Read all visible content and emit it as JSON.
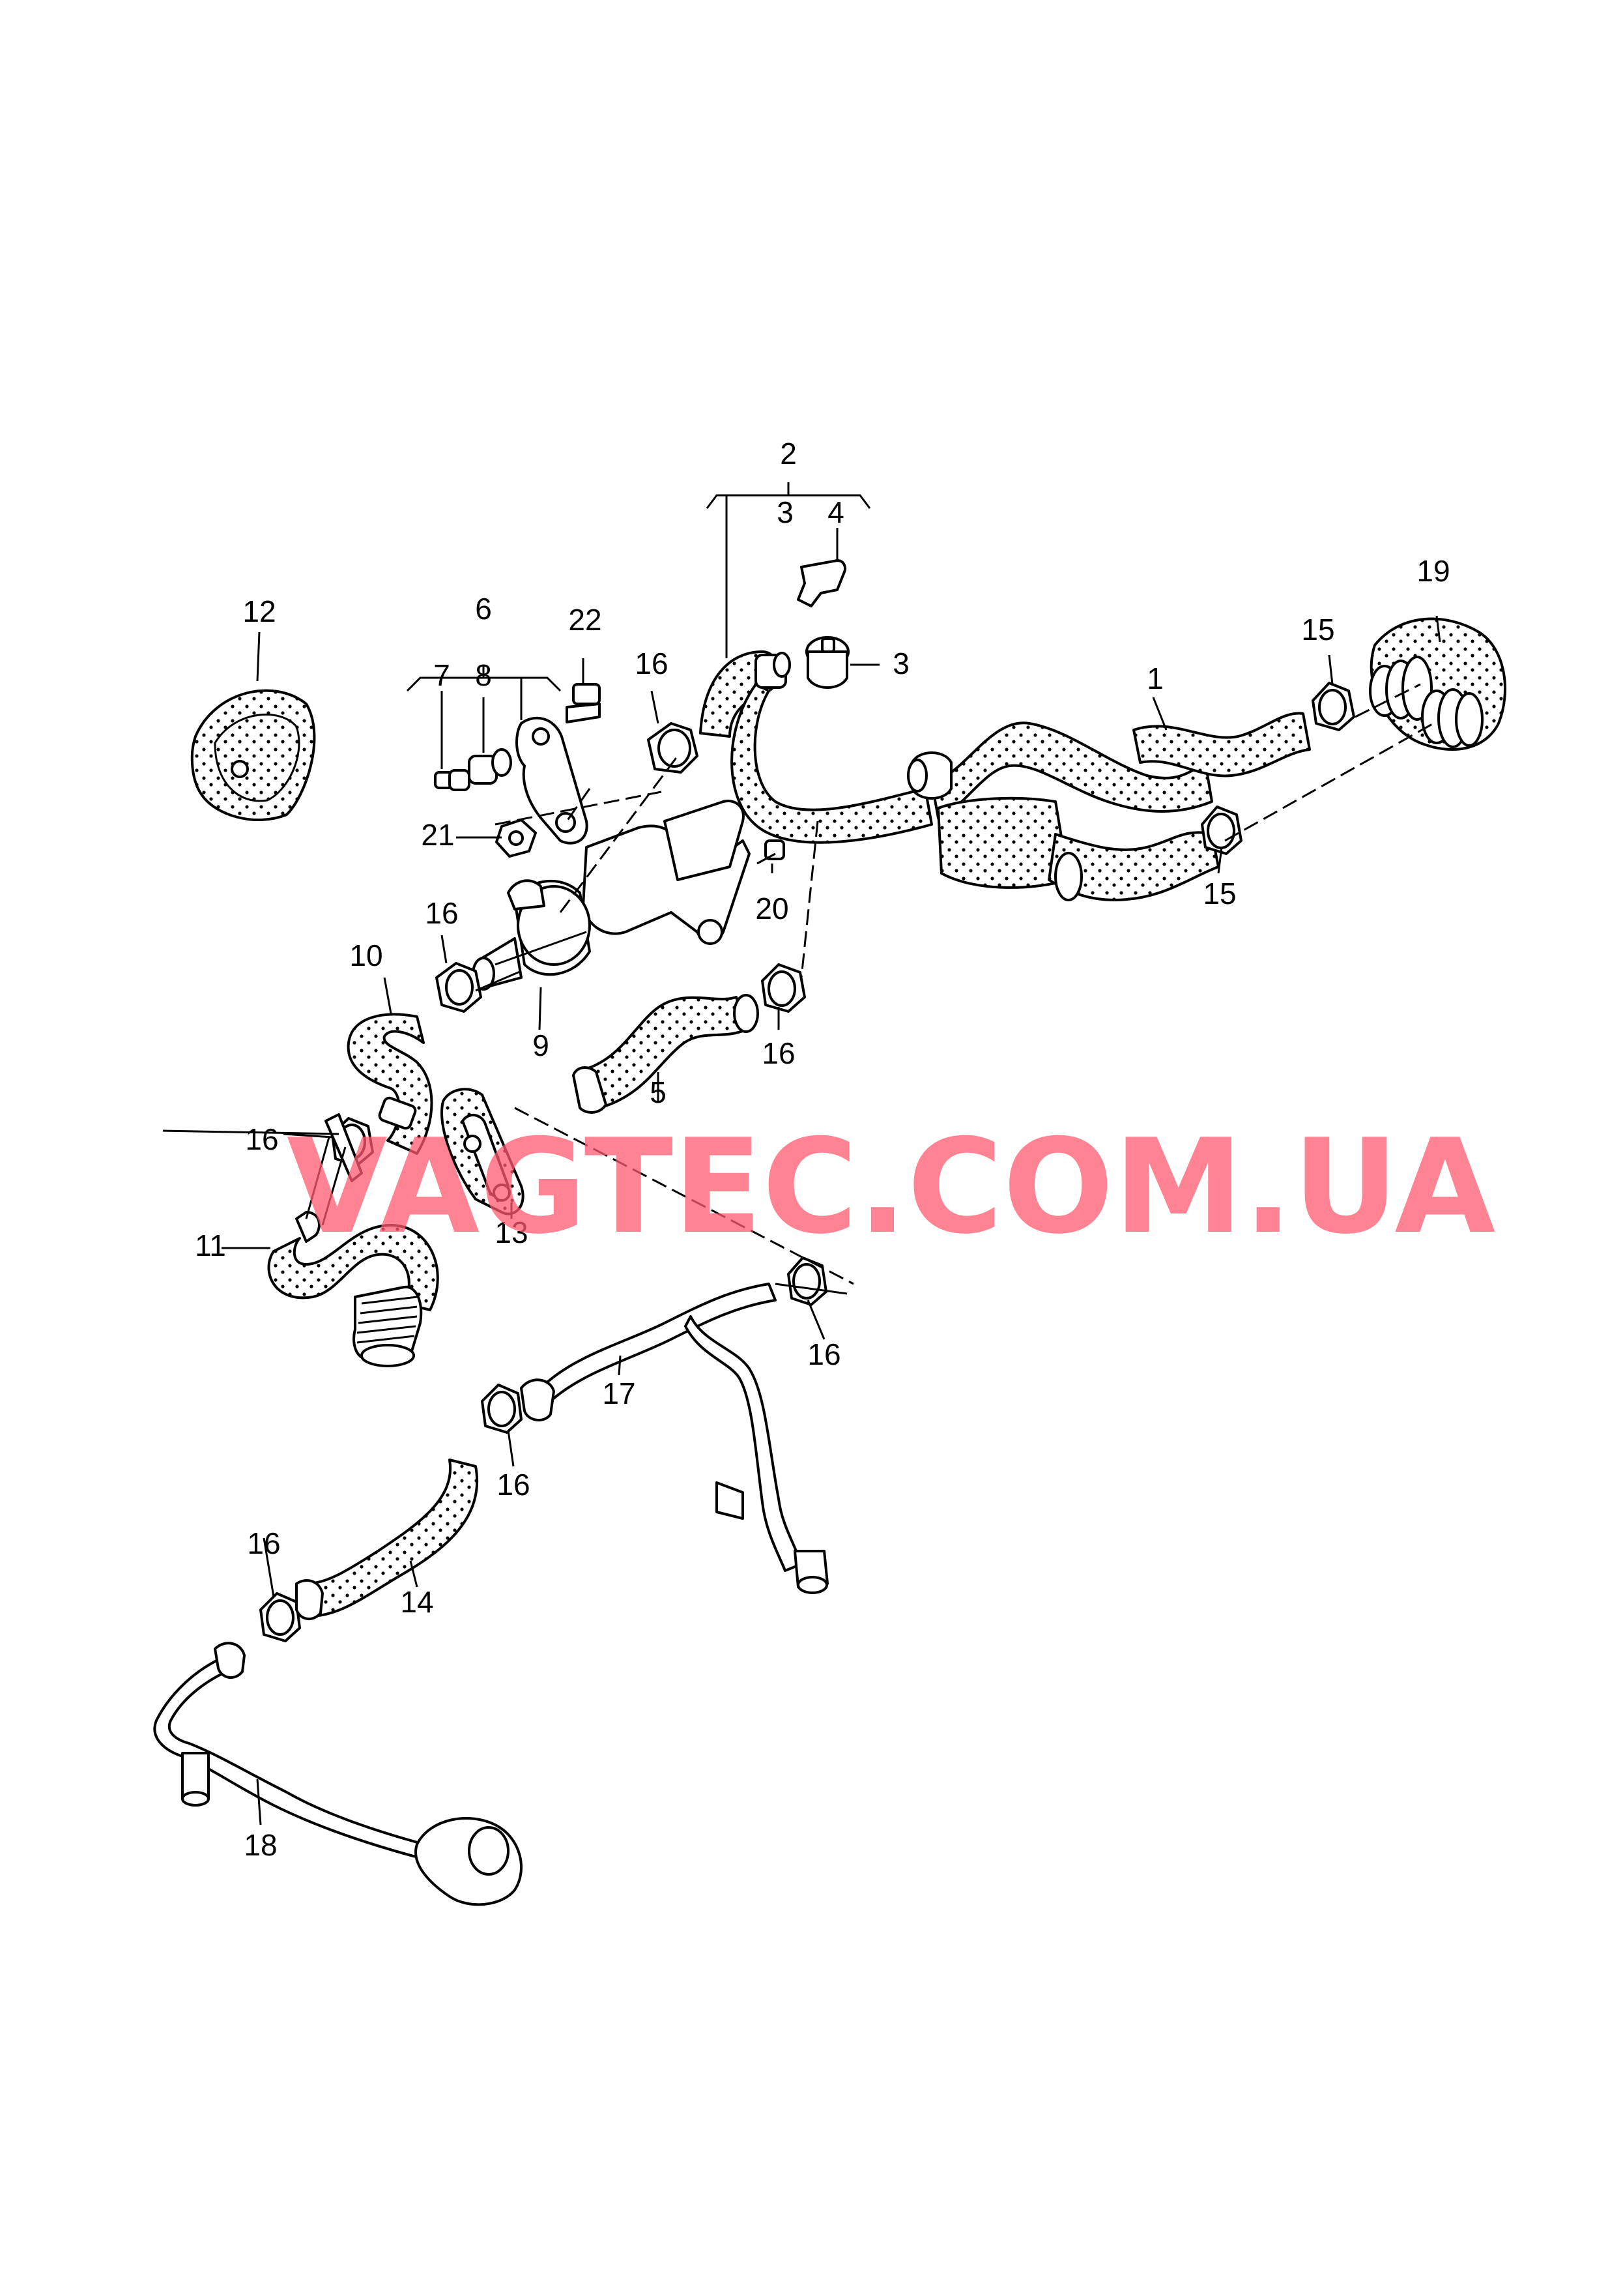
{
  "watermark": [
    "VAGTEC.COM.UA"
  ],
  "callouts": [
    "1",
    "2",
    "3",
    "4",
    "3",
    "5",
    "6",
    "7",
    "8",
    "9",
    "10",
    "11",
    "12",
    "13",
    "14",
    "15",
    "15",
    "16",
    "16",
    "16",
    "16",
    "16",
    "16",
    "16",
    "17",
    "18",
    "19",
    "20",
    "21",
    "22"
  ]
}
